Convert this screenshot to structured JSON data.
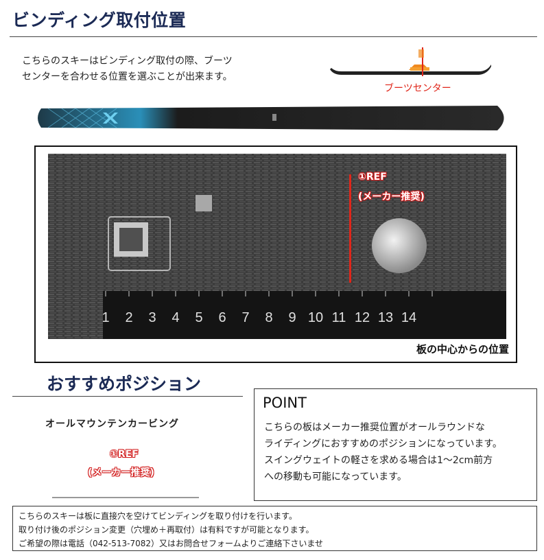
{
  "header": {
    "title": "ビンディング取付位置"
  },
  "intro": {
    "line1": "こちらのスキーはビンディング取付の際、ブーツ",
    "line2": "センターを合わせる位置を選ぶことが出来ます。"
  },
  "diagram": {
    "boot_center_label": "ブーツセンター"
  },
  "photo": {
    "ref_marker_line1": "①REF",
    "ref_marker_line2": "(メーカー推奨)",
    "caption": "板の中心からの位置",
    "ruler_numbers": [
      "1",
      "2",
      "3",
      "4",
      "5",
      "6",
      "7",
      "8",
      "9",
      "10",
      "11",
      "12",
      "13",
      "14"
    ],
    "ref_value_cm": 11
  },
  "recommend": {
    "title": "おすすめポジション",
    "item_label": "オールマウンテンカービング",
    "ref_line1": "①REF",
    "ref_line2": "(メーカー推奨)"
  },
  "point": {
    "title": "POINT",
    "line1": "こちらの板はメーカー推奨位置がオールラウンドな",
    "line2": "ライディングにおすすめのポジションになっています。",
    "line3": "スイングウェイトの軽さを求める場合は1～2cm前方",
    "line4": "への移動も可能になっています。"
  },
  "notice": {
    "line1": "こちらのスキーは板に直接穴を空けてビンディングを取り付けを行います。",
    "line2": "取り付け後のポジション変更（穴埋め＋再取付）は有料ですが可能となります。",
    "line3": "ご希望の際は電話（042-513-7082）又はお問合せフォームよりご連絡下さいませ"
  },
  "colors": {
    "title": "#1b2a55",
    "accent_red": "#e0261a",
    "ski_teal": "#2a8fb8"
  }
}
